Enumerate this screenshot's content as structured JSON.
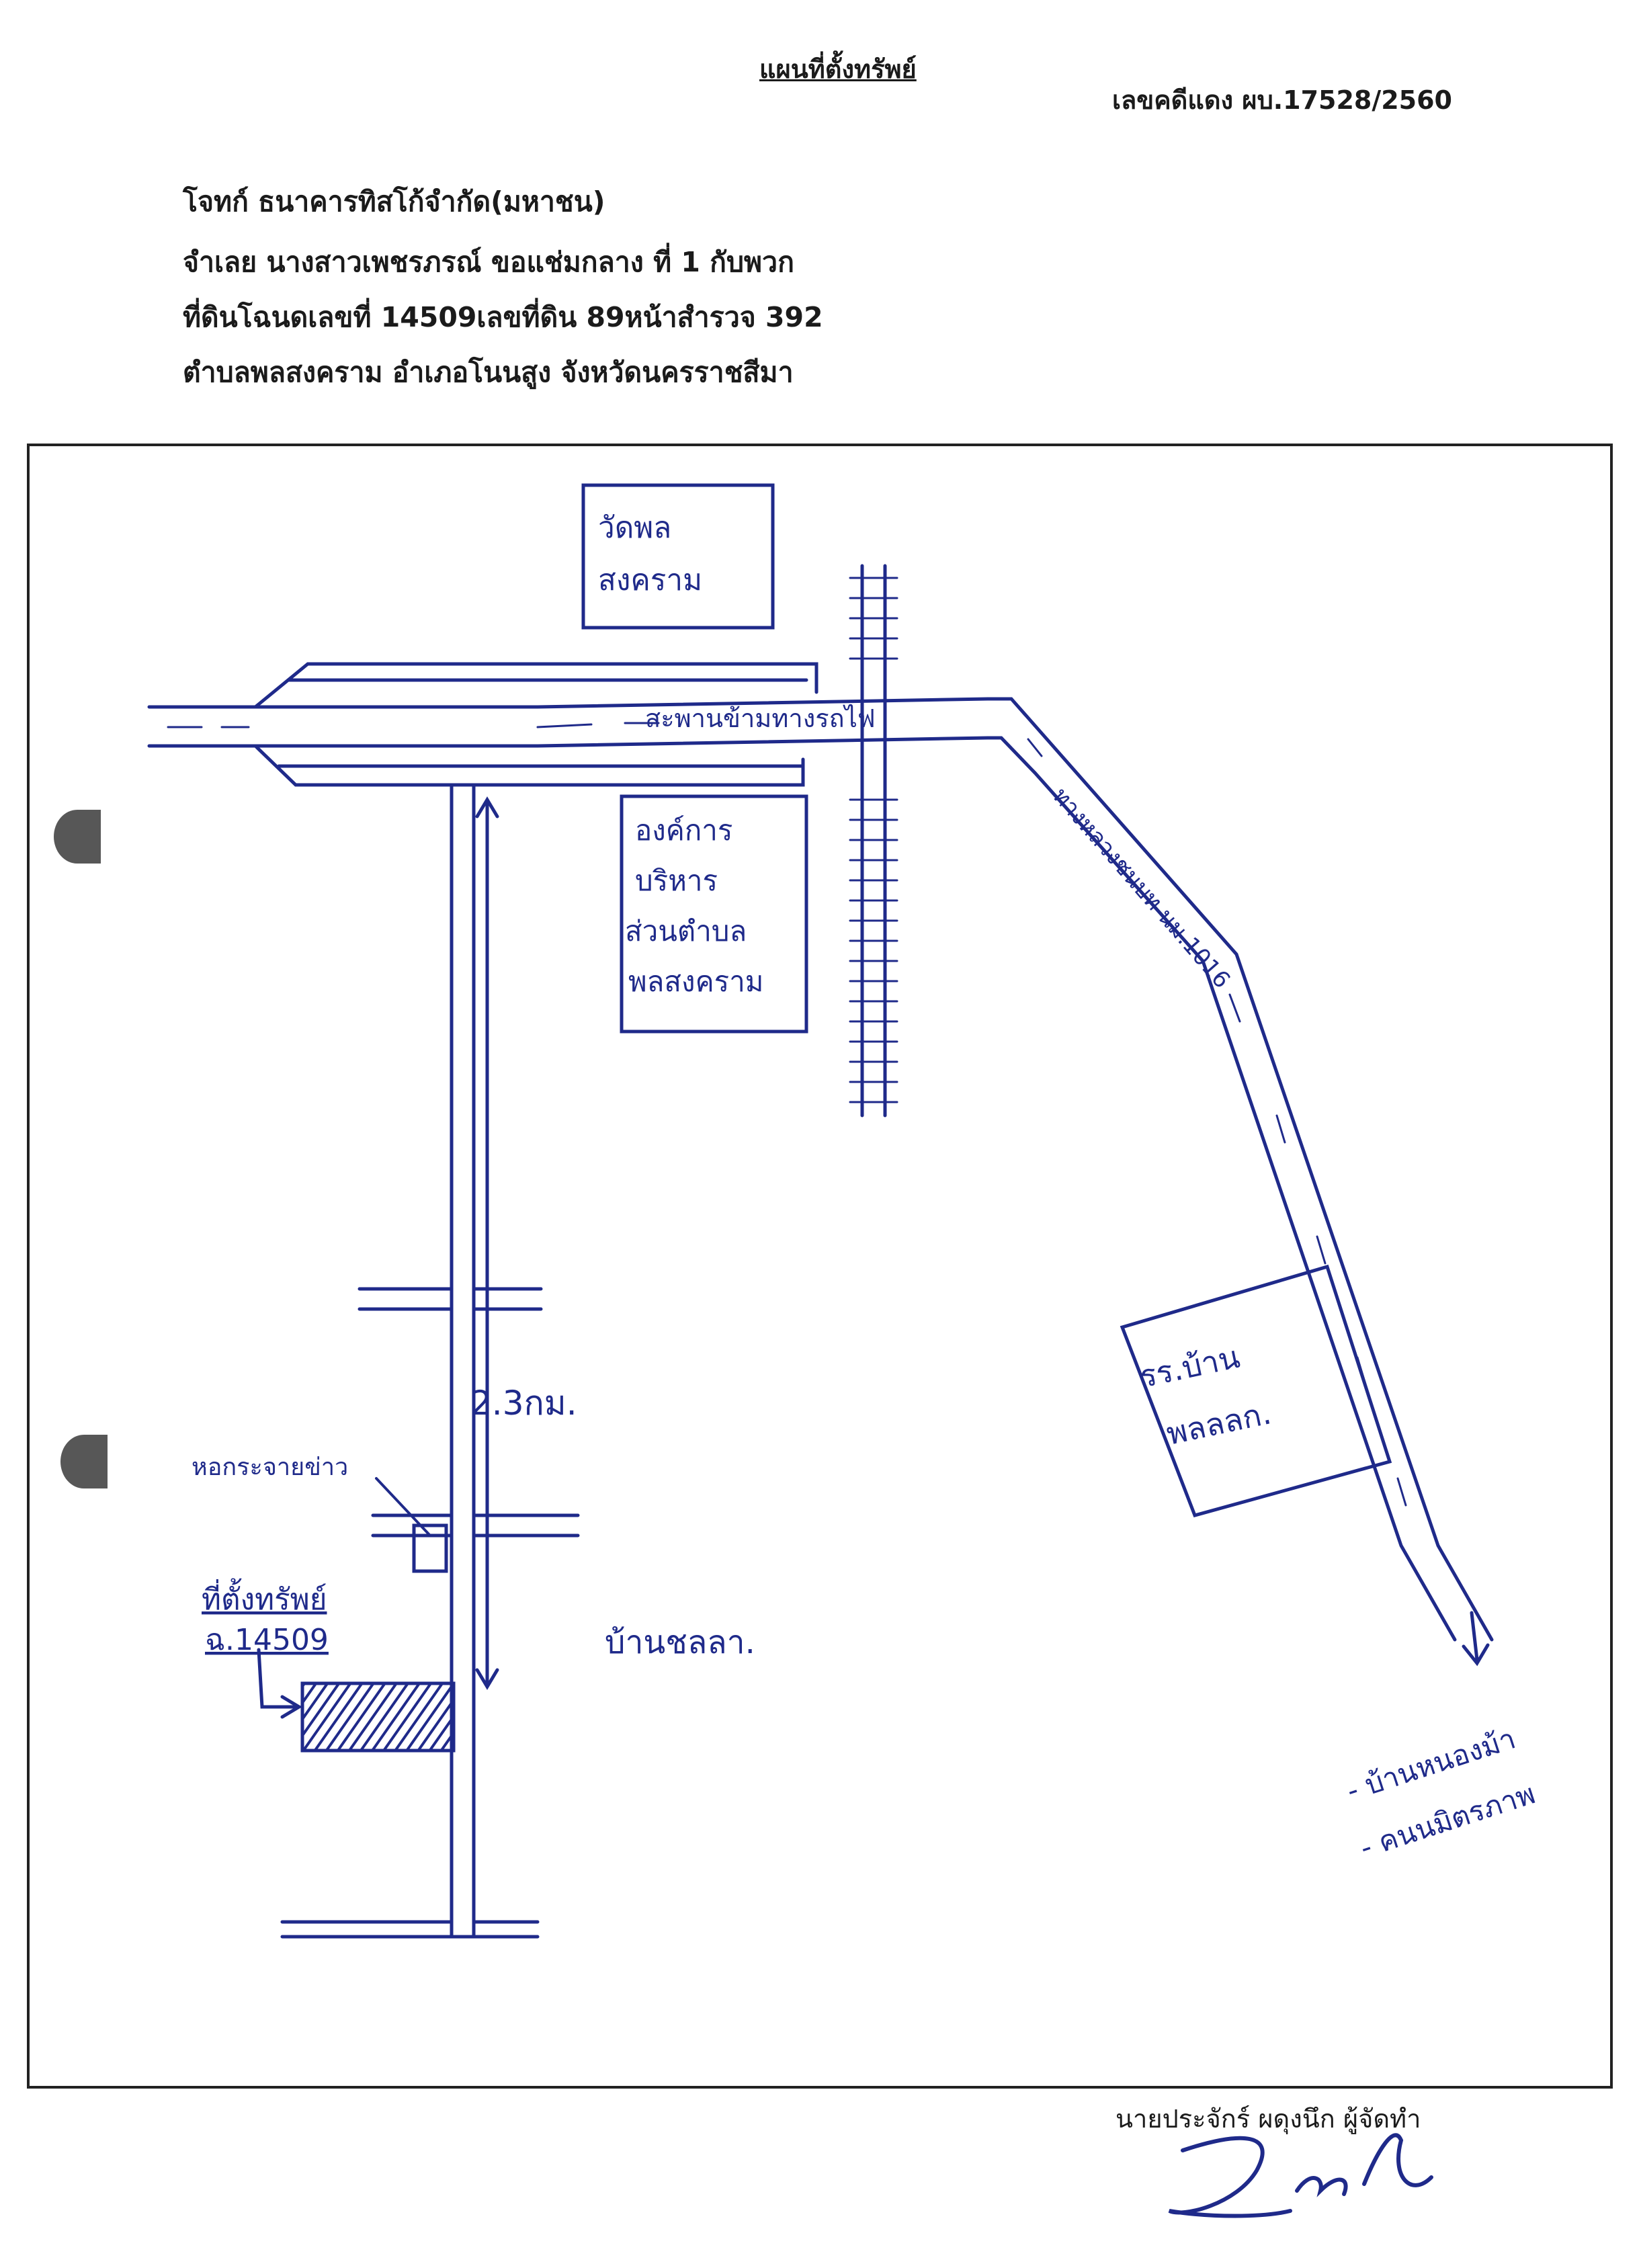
{
  "document": {
    "title": "แผนที่ตั้งทรัพย์",
    "case_number": "เลขคดีแดง ผบ.17528/2560",
    "plaintiff": "โจทก์ ธนาคารทิสโก้จำกัด(มหาชน)",
    "defendant": "จำเลย นางสาวเพชรภรณ์ ขอแช่มกลาง ที่ 1 กับพวก",
    "land_deed": "ที่ดินโฉนดเลขที่ 14509เลขที่ดิน 89หน้าสำรวจ 392",
    "location": "ตำบลพลสงคราม  อำเภอโนนสูง จังหวัดนครราชสีมา",
    "preparer": "นายประจักร์ ผดุงนึก ผู้จัดทำ"
  },
  "map": {
    "temple_line1": "วัดพล",
    "temple_line2": "สงคราม",
    "overpass": "สะพานข้ามทางรถไฟ",
    "highway": "ทางหลวงชนบท นม.1016",
    "sao_line1": "องค์การ",
    "sao_line2": "บริหาร",
    "sao_line3": "ส่วนตำบล",
    "sao_line4": "พลสงคราม",
    "distance": "2.3กม.",
    "water_tower": "หอกระจายข่าว",
    "property_line1": "ที่ตั้งทรัพย์",
    "property_line2": "ฉ.14509",
    "village": "บ้านชลลา.",
    "school_line1": "รร.บ้าน",
    "school_line2": "พลลลก.",
    "dest1": "- บ้านหนองม้า",
    "dest2": "- คนนมิตรภาพ"
  },
  "colors": {
    "ink": "#1f2a8a",
    "print": "#1b1b1b"
  }
}
